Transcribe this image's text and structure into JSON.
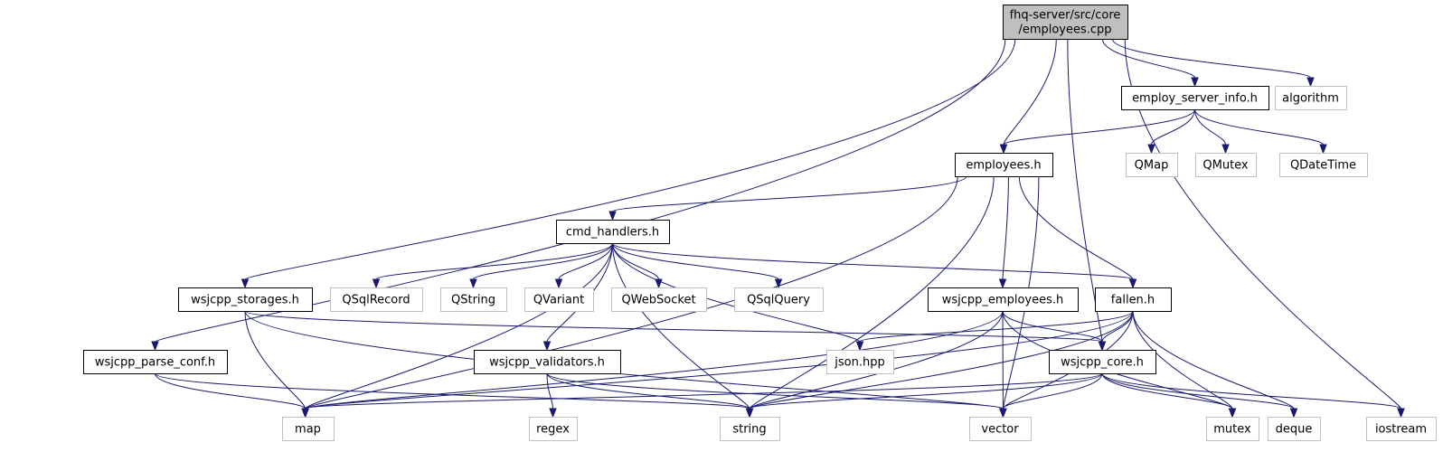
{
  "graph": {
    "colors": {
      "edge": "#191970",
      "root_fill": "#bfbfbf",
      "node_border": "#000000",
      "external_border": "#bfbfbf",
      "text": "#000000"
    },
    "nodes": [
      {
        "id": "root",
        "lines": [
          "fhq-server/src/core",
          "/employees.cpp"
        ],
        "kind": "root"
      },
      {
        "id": "employ_server_info",
        "lines": [
          "employ_server_info.h"
        ],
        "kind": "internal"
      },
      {
        "id": "algorithm",
        "lines": [
          "algorithm"
        ],
        "kind": "external"
      },
      {
        "id": "employees_h",
        "lines": [
          "employees.h"
        ],
        "kind": "internal"
      },
      {
        "id": "QMap",
        "lines": [
          "QMap"
        ],
        "kind": "external"
      },
      {
        "id": "QMutex",
        "lines": [
          "QMutex"
        ],
        "kind": "external"
      },
      {
        "id": "QDateTime",
        "lines": [
          "QDateTime"
        ],
        "kind": "external"
      },
      {
        "id": "cmd_handlers",
        "lines": [
          "cmd_handlers.h"
        ],
        "kind": "internal"
      },
      {
        "id": "wsjcpp_storages",
        "lines": [
          "wsjcpp_storages.h"
        ],
        "kind": "internal"
      },
      {
        "id": "QSqlRecord",
        "lines": [
          "QSqlRecord"
        ],
        "kind": "external"
      },
      {
        "id": "QString",
        "lines": [
          "QString"
        ],
        "kind": "external"
      },
      {
        "id": "QVariant",
        "lines": [
          "QVariant"
        ],
        "kind": "external"
      },
      {
        "id": "QWebSocket",
        "lines": [
          "QWebSocket"
        ],
        "kind": "external"
      },
      {
        "id": "QSqlQuery",
        "lines": [
          "QSqlQuery"
        ],
        "kind": "external"
      },
      {
        "id": "wsjcpp_employees",
        "lines": [
          "wsjcpp_employees.h"
        ],
        "kind": "internal"
      },
      {
        "id": "fallen",
        "lines": [
          "fallen.h"
        ],
        "kind": "internal"
      },
      {
        "id": "wsjcpp_parse_conf",
        "lines": [
          "wsjcpp_parse_conf.h"
        ],
        "kind": "internal"
      },
      {
        "id": "wsjcpp_validators",
        "lines": [
          "wsjcpp_validators.h"
        ],
        "kind": "internal"
      },
      {
        "id": "json",
        "lines": [
          "json.hpp"
        ],
        "kind": "external"
      },
      {
        "id": "wsjcpp_core",
        "lines": [
          "wsjcpp_core.h"
        ],
        "kind": "internal"
      },
      {
        "id": "map",
        "lines": [
          "map"
        ],
        "kind": "external"
      },
      {
        "id": "regex",
        "lines": [
          "regex"
        ],
        "kind": "external"
      },
      {
        "id": "string",
        "lines": [
          "string"
        ],
        "kind": "external"
      },
      {
        "id": "vector",
        "lines": [
          "vector"
        ],
        "kind": "external"
      },
      {
        "id": "mutex",
        "lines": [
          "mutex"
        ],
        "kind": "external"
      },
      {
        "id": "deque",
        "lines": [
          "deque"
        ],
        "kind": "external"
      },
      {
        "id": "iostream",
        "lines": [
          "iostream"
        ],
        "kind": "external"
      }
    ],
    "edges": [
      [
        "root",
        "employ_server_info"
      ],
      [
        "root",
        "algorithm"
      ],
      [
        "root",
        "iostream"
      ],
      [
        "root",
        "employees_h"
      ],
      [
        "root",
        "wsjcpp_storages"
      ],
      [
        "root",
        "wsjcpp_parse_conf"
      ],
      [
        "root",
        "wsjcpp_core"
      ],
      [
        "employ_server_info",
        "employees_h"
      ],
      [
        "employ_server_info",
        "QMap"
      ],
      [
        "employ_server_info",
        "QMutex"
      ],
      [
        "employ_server_info",
        "QDateTime"
      ],
      [
        "employees_h",
        "cmd_handlers"
      ],
      [
        "employees_h",
        "map"
      ],
      [
        "employees_h",
        "string"
      ],
      [
        "employees_h",
        "wsjcpp_employees"
      ],
      [
        "employees_h",
        "fallen"
      ],
      [
        "employees_h",
        "vector"
      ],
      [
        "cmd_handlers",
        "QSqlRecord"
      ],
      [
        "cmd_handlers",
        "QString"
      ],
      [
        "cmd_handlers",
        "QVariant"
      ],
      [
        "cmd_handlers",
        "QWebSocket"
      ],
      [
        "cmd_handlers",
        "QSqlQuery"
      ],
      [
        "cmd_handlers",
        "json"
      ],
      [
        "cmd_handlers",
        "fallen"
      ],
      [
        "cmd_handlers",
        "map"
      ],
      [
        "cmd_handlers",
        "string"
      ],
      [
        "cmd_handlers",
        "wsjcpp_validators"
      ],
      [
        "wsjcpp_storages",
        "map"
      ],
      [
        "wsjcpp_storages",
        "wsjcpp_core"
      ],
      [
        "wsjcpp_storages",
        "vector"
      ],
      [
        "wsjcpp_employees",
        "map"
      ],
      [
        "wsjcpp_employees",
        "string"
      ],
      [
        "wsjcpp_employees",
        "vector"
      ],
      [
        "wsjcpp_employees",
        "wsjcpp_core"
      ],
      [
        "wsjcpp_employees",
        "mutex"
      ],
      [
        "fallen",
        "json"
      ],
      [
        "fallen",
        "map"
      ],
      [
        "fallen",
        "string"
      ],
      [
        "fallen",
        "vector"
      ],
      [
        "fallen",
        "wsjcpp_core"
      ],
      [
        "fallen",
        "mutex"
      ],
      [
        "fallen",
        "deque"
      ],
      [
        "wsjcpp_parse_conf",
        "map"
      ],
      [
        "wsjcpp_parse_conf",
        "string"
      ],
      [
        "wsjcpp_validators",
        "regex"
      ],
      [
        "wsjcpp_validators",
        "string"
      ],
      [
        "wsjcpp_validators",
        "vector"
      ],
      [
        "wsjcpp_core",
        "map"
      ],
      [
        "wsjcpp_core",
        "string"
      ],
      [
        "wsjcpp_core",
        "vector"
      ],
      [
        "wsjcpp_core",
        "mutex"
      ],
      [
        "wsjcpp_core",
        "deque"
      ],
      [
        "wsjcpp_core",
        "iostream"
      ]
    ]
  }
}
